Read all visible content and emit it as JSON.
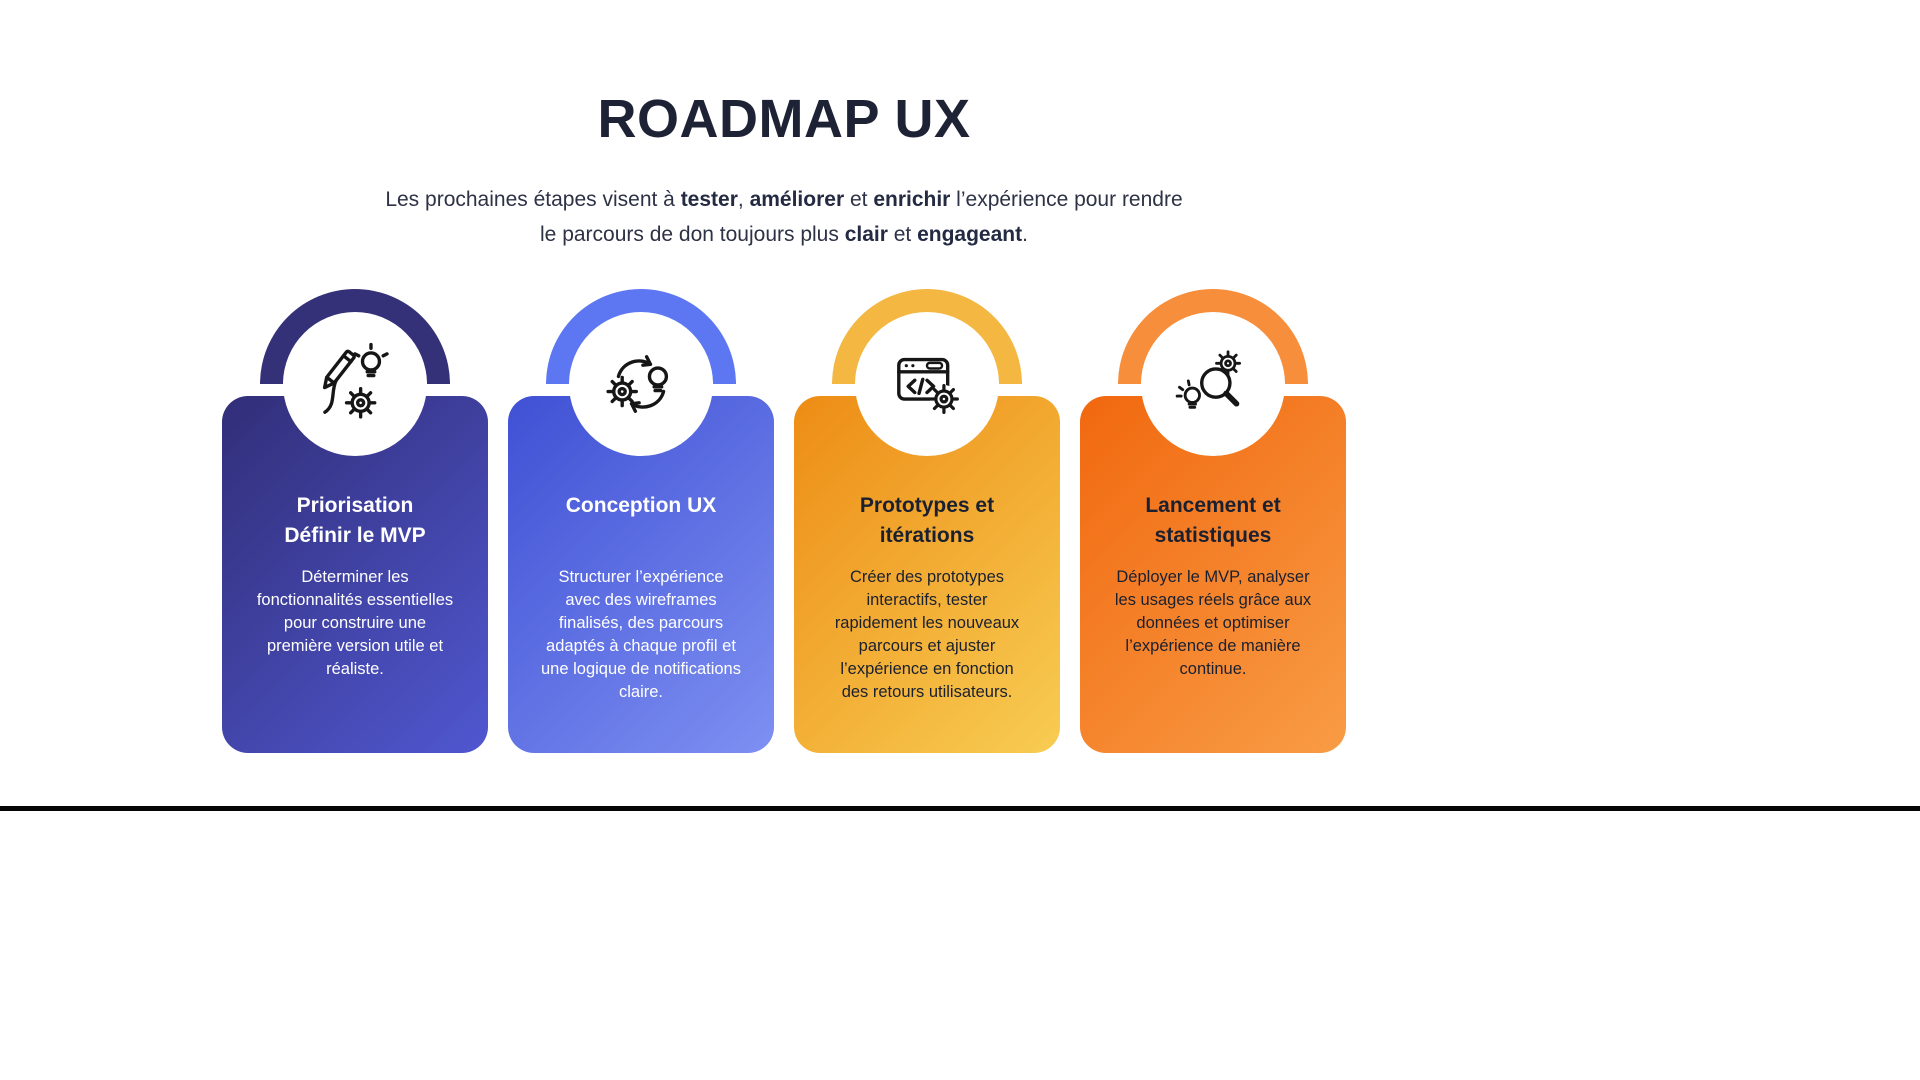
{
  "title": "ROADMAP UX",
  "subtitle": {
    "l1a": "Les prochaines étapes visent à ",
    "l1b": "tester",
    "l1c": ", ",
    "l1d": "améliorer",
    "l1e": " et ",
    "l1f": "enrichir",
    "l1g": " l’expérience pour rendre",
    "l2a": "le parcours de don toujours plus ",
    "l2b": "clair",
    "l2c": " et ",
    "l2d": "engageant",
    "l2e": "."
  },
  "cards": [
    {
      "title": "Priorisation\nDéfinir le MVP",
      "body": "Déterminer les fonctionnalités essentielles pour construire une première version utile et réaliste.",
      "gradient": "linear-gradient(135deg, #312e78 0%, #5057d0 100%)",
      "arch_color": "#353178",
      "text_color": "#ffffff",
      "icon": "pencil-sketch-gear-icon"
    },
    {
      "title": "Conception UX",
      "body": "Structurer l’expérience avec des wireframes finalisés, des parcours adaptés à chaque profil et une logique de notifications claire.",
      "gradient": "linear-gradient(135deg, #3f50d4 0%, #7e90f2 100%)",
      "arch_color": "#5d77f2",
      "text_color": "#ffffff",
      "icon": "iteration-cycle-icon"
    },
    {
      "title": "Prototypes et\nitérations",
      "body": "Créer des prototypes interactifs, tester rapidement les nouveaux parcours et ajuster l’expérience en fonction des retours utilisateurs.",
      "gradient": "linear-gradient(135deg, #ed8c15 0%, #f8cc52 100%)",
      "arch_color": "#f3b742",
      "text_color": "#1a2030",
      "icon": "code-window-gear-icon"
    },
    {
      "title": "Lancement et\nstatistiques",
      "body": "Déployer le MVP, analyser les usages réels grâce aux données et optimiser l’expérience de manière continue.",
      "gradient": "linear-gradient(135deg, #f1680f 0%, #f89c45 100%)",
      "arch_color": "#f68e3c",
      "text_color": "#1a2030",
      "icon": "search-analytics-icon"
    }
  ],
  "divider": {
    "color": "#050505"
  }
}
